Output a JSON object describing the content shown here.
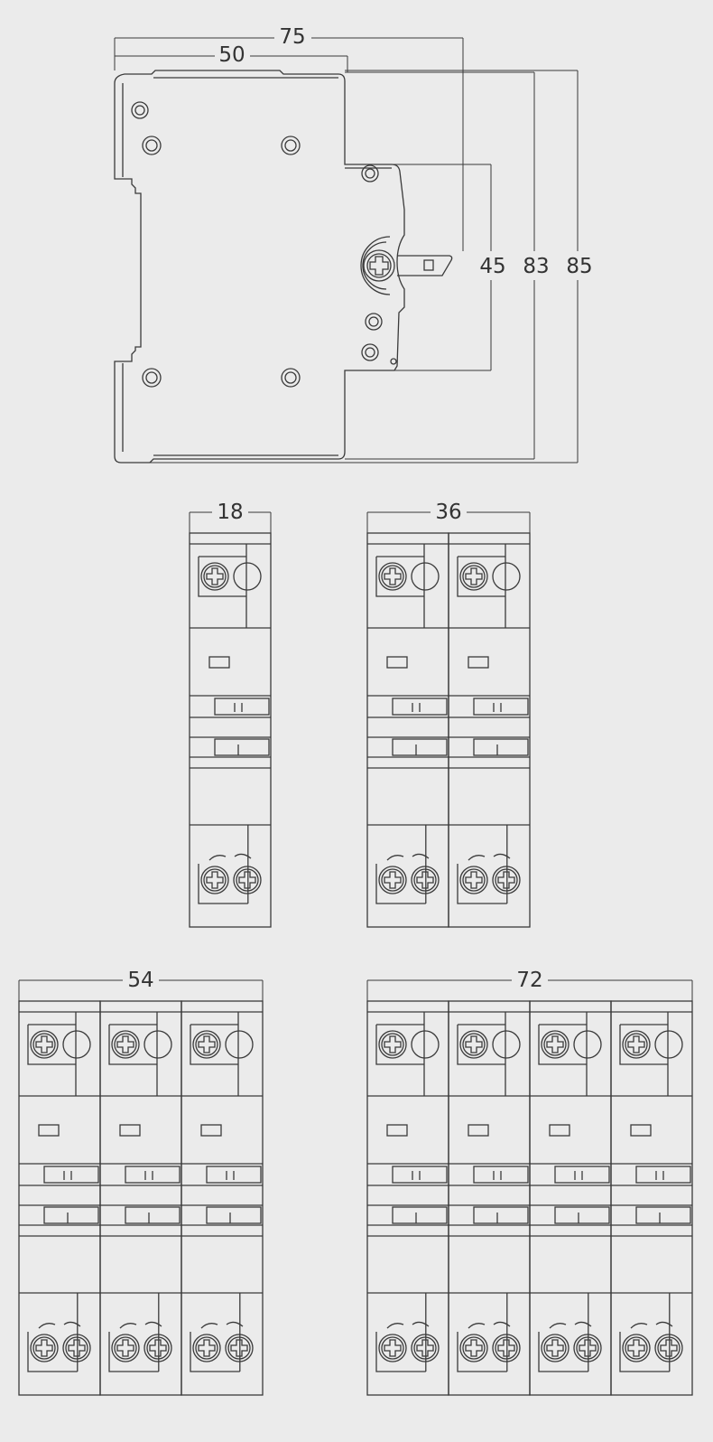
{
  "colors": {
    "background": "#ebebeb",
    "line": "#3a3a3a",
    "text": "#333333"
  },
  "dimensions": {
    "side_width_total": "75",
    "side_width_body": "50",
    "side_height_front": "45",
    "side_height_body": "83",
    "side_height_total": "85",
    "width_1_pole": "18",
    "width_2_pole": "36",
    "width_3_pole": "54",
    "width_4_pole": "72"
  },
  "front_views": [
    {
      "poles": 1,
      "width_label_key": "width_1_pole"
    },
    {
      "poles": 2,
      "width_label_key": "width_2_pole"
    },
    {
      "poles": 3,
      "width_label_key": "width_3_pole"
    },
    {
      "poles": 4,
      "width_label_key": "width_4_pole"
    }
  ]
}
